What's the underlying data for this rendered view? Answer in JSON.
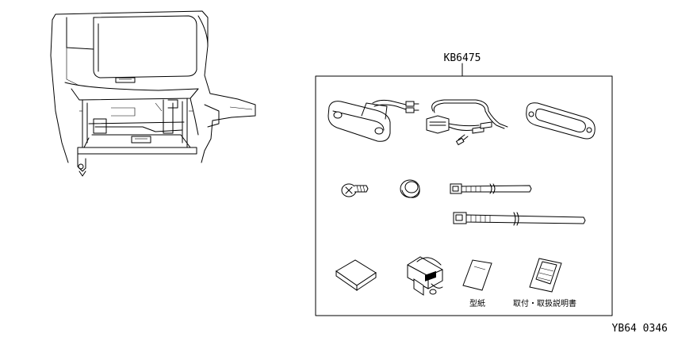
{
  "kit": {
    "part_number": "KB6475"
  },
  "labels": {
    "template": "型紙",
    "manual": "取付・取扱説明書"
  },
  "figure": {
    "code": "YB64 0346"
  }
}
